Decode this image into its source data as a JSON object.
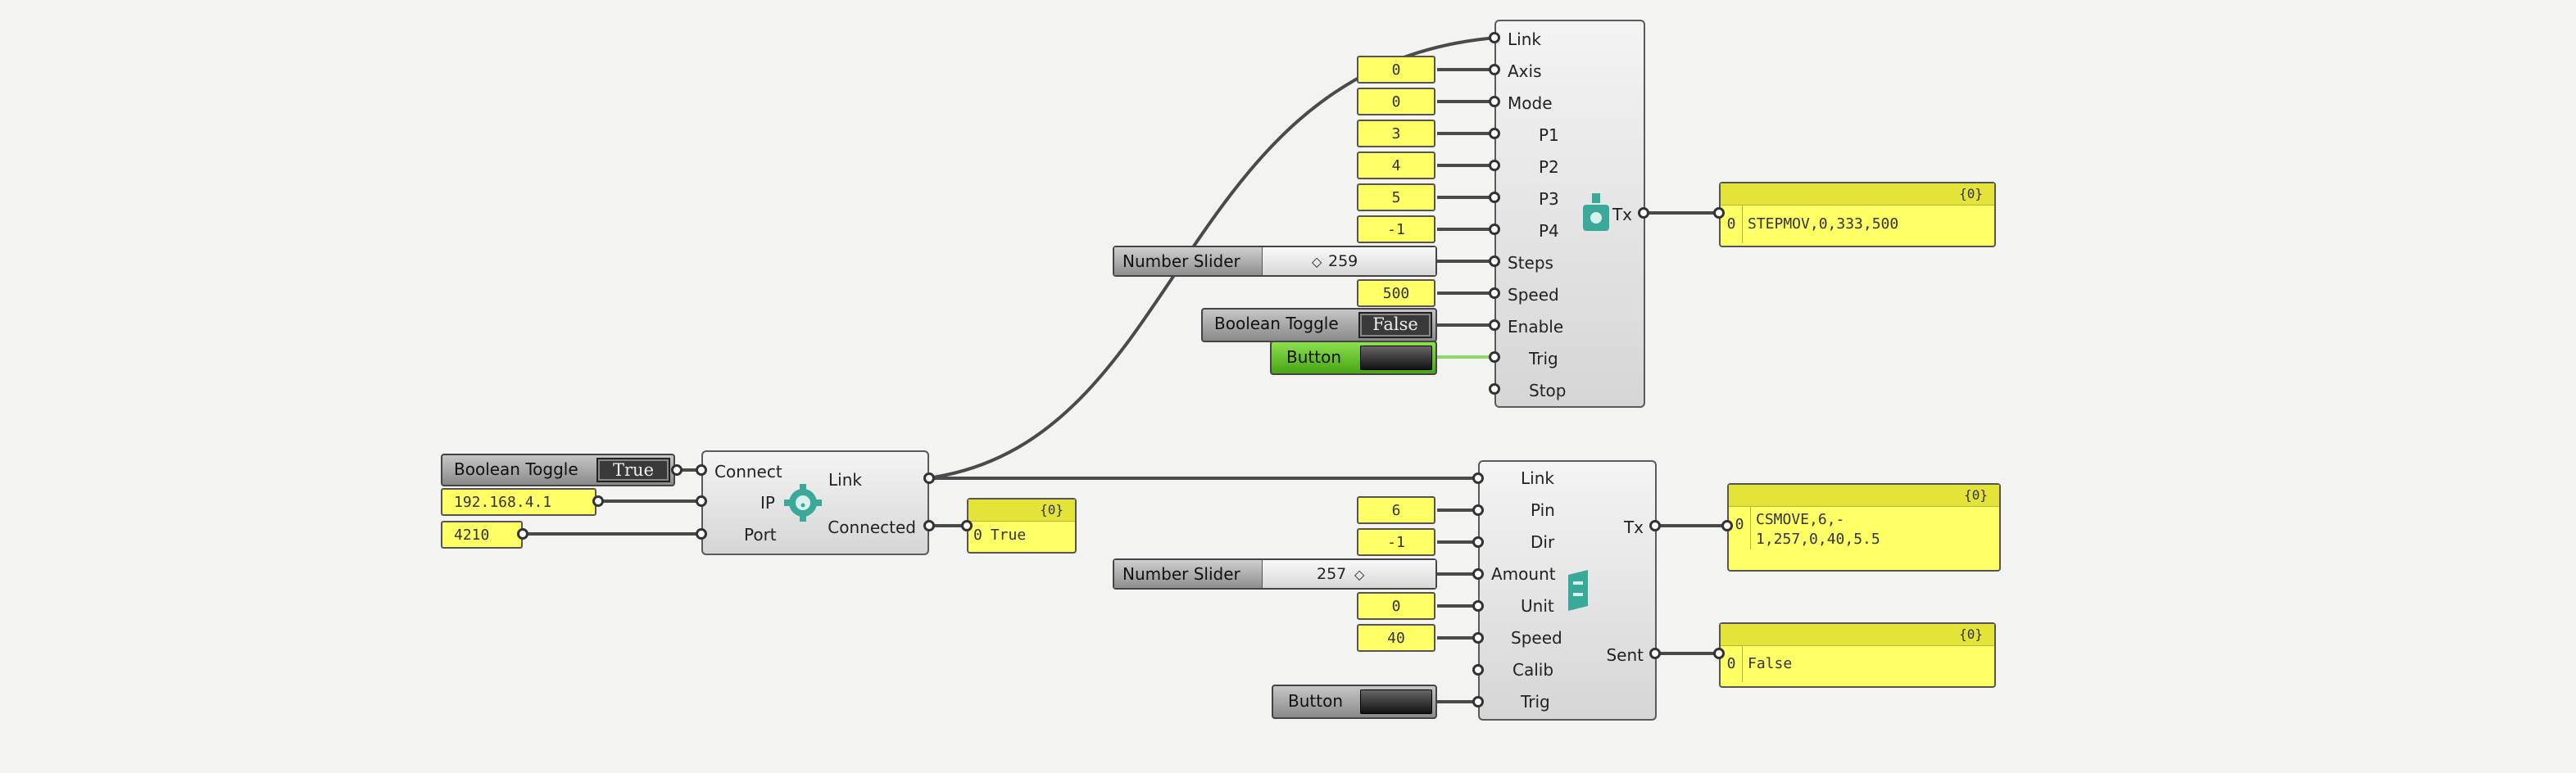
{
  "colors": {
    "canvas": "#f3f3f1",
    "panel": "#ffff66",
    "button_active": "#5cc21e",
    "icon": "#3aa99a",
    "wire": "#4a4a4a",
    "wire_active": "#8fd96b"
  },
  "connect": {
    "toggle": {
      "label": "Boolean Toggle",
      "value": "True"
    },
    "ip_panel": "192.168.4.1",
    "port_panel": "4210",
    "inputs": [
      "Connect",
      "IP",
      "Port"
    ],
    "outputs": [
      "Link",
      "Connected"
    ],
    "icon": "wifi-gear-icon",
    "result": {
      "header": "{0}",
      "index": "0",
      "value": "True"
    }
  },
  "stepper": {
    "inputs": [
      "Link",
      "Axis",
      "Mode",
      "P1",
      "P2",
      "P3",
      "P4",
      "Steps",
      "Speed",
      "Enable",
      "Trig",
      "Stop"
    ],
    "output": "Tx",
    "icon": "stepper-motor-icon",
    "values": {
      "axis": "0",
      "mode": "0",
      "p1": "3",
      "p2": "4",
      "p3": "5",
      "p4": "-1",
      "speed": "500"
    },
    "slider": {
      "label": "Number Slider",
      "value": "259"
    },
    "toggle": {
      "label": "Boolean Toggle",
      "value": "False"
    },
    "button": {
      "label": "Button"
    },
    "tx_panel": {
      "header": "{0}",
      "index": "0",
      "value": "STEPMOV,0,333,500"
    }
  },
  "servo": {
    "inputs": [
      "Link",
      "Pin",
      "Dir",
      "Amount",
      "Unit",
      "Speed",
      "Calib",
      "Trig"
    ],
    "outputs": [
      "Tx",
      "Sent"
    ],
    "icon": "servo-motor-icon",
    "values": {
      "pin": "6",
      "dir": "-1",
      "unit": "0",
      "speed": "40"
    },
    "slider": {
      "label": "Number Slider",
      "value": "257"
    },
    "button": {
      "label": "Button"
    },
    "tx_panel": {
      "header": "{0}",
      "index": "0",
      "line1": "CSMOVE,6,-",
      "line2": "1,257,0,40,5.5"
    },
    "sent_panel": {
      "header": "{0}",
      "index": "0",
      "value": "False"
    }
  }
}
